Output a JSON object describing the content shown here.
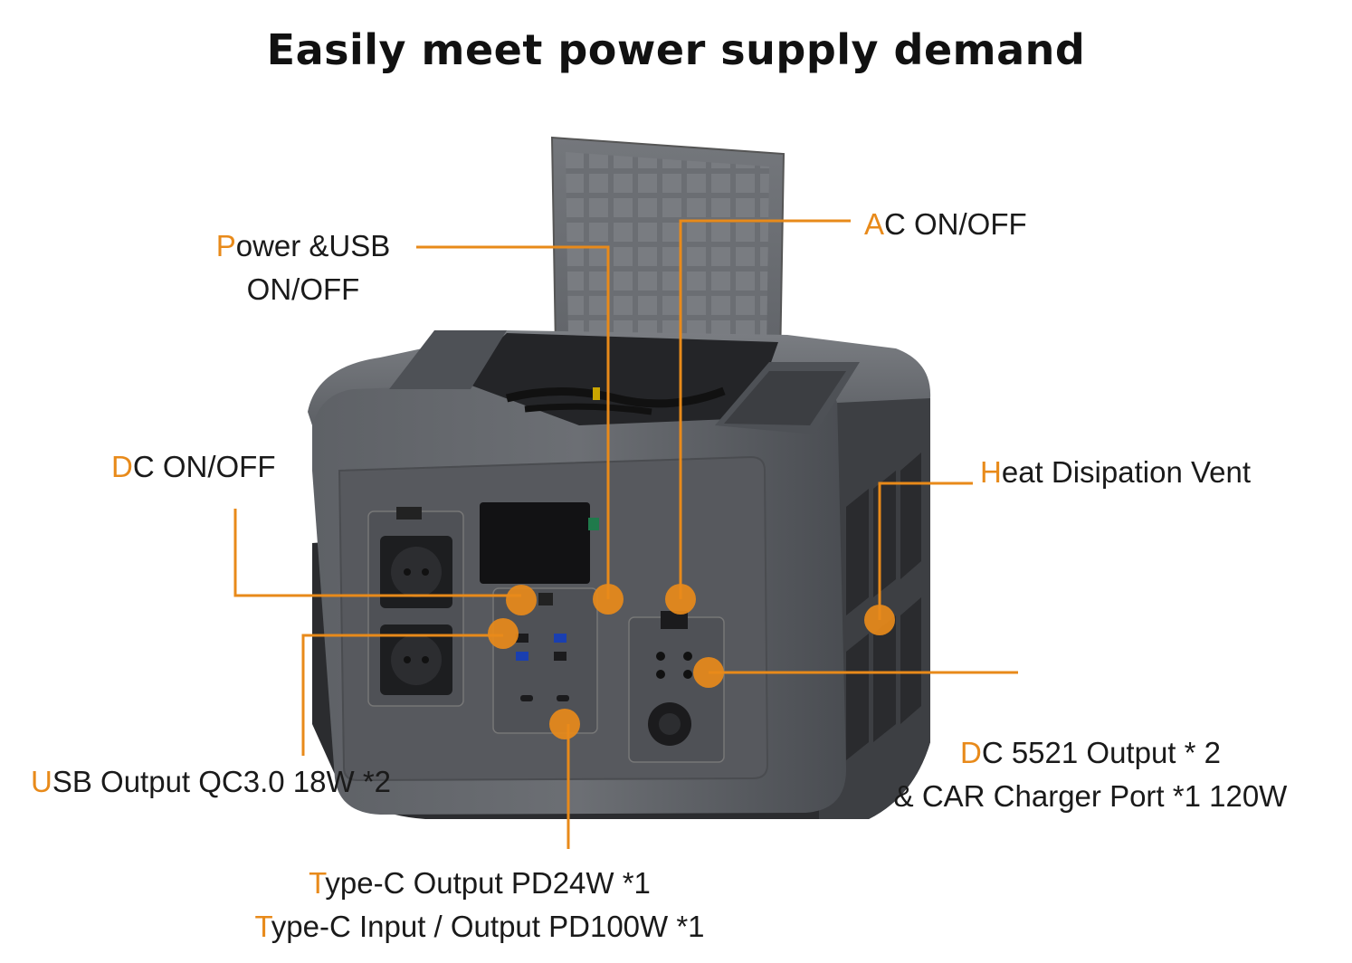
{
  "title": "Easily meet power supply demand",
  "accent_color": "#e88a1a",
  "labels": {
    "power_usb": {
      "first": "P",
      "rest": "ower &USB",
      "line2": "ON/OFF"
    },
    "ac": {
      "first": "A",
      "rest": "C ON/OFF"
    },
    "dc": {
      "first": "D",
      "rest": "C ON/OFF"
    },
    "heat": {
      "first": "H",
      "rest": "eat Disipation Vent"
    },
    "usb_output": {
      "first": "U",
      "rest": "SB Output QC3.0 18W *2"
    },
    "dc5521": {
      "first": "D",
      "rest": "C 5521 Output * 2",
      "line2": "& CAR Charger Port *1 120W"
    },
    "typec1": {
      "first": "T",
      "rest": "ype-C Output PD24W *1"
    },
    "typec2": {
      "first": "T",
      "rest": "ype-C Input / Output PD100W *1"
    }
  }
}
